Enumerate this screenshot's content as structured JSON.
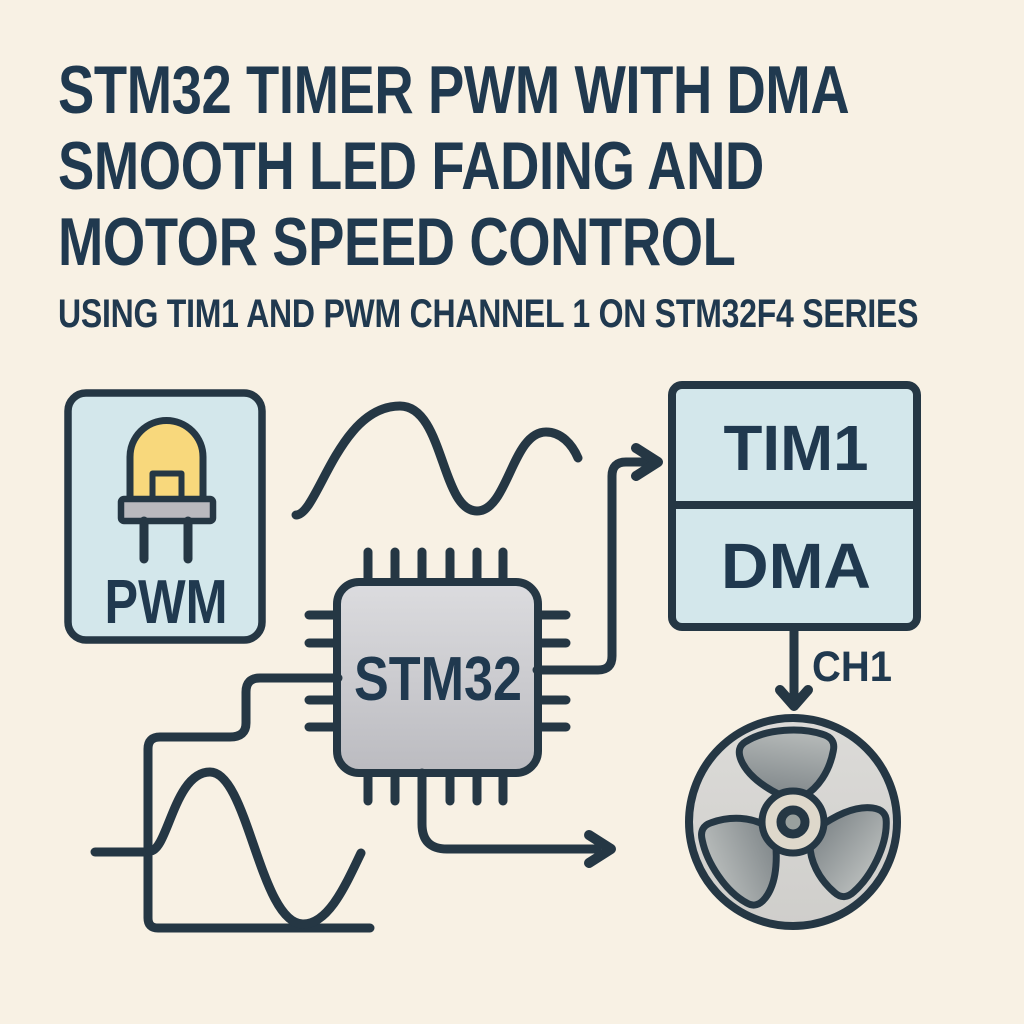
{
  "colors": {
    "bg": "#f8f1e4",
    "ink": "#253744",
    "title": "#20394f",
    "panel": "#d3e7eb",
    "chip_light": "#dcdcdf",
    "chip_dark": "#bbbbc0",
    "led": "#f8d87c",
    "led_base": "#b9b9be",
    "fan_light": "#dcdbd8",
    "fan_dark": "#cfcecb",
    "blade_light": "#b7bbba",
    "blade_dark": "#7f8689",
    "hub": "#ded8cb",
    "hub_center": "#99a09e"
  },
  "title": {
    "line1": "STM32 TIMER PWM WITH DMA",
    "line2": "SMOOTH LED FADING AND",
    "line3": "MOTOR SPEED CONTROL",
    "subtitle": "USING TIM1 AND PWM CHANNEL 1 ON STM32F4 SERIES"
  },
  "diagram": {
    "pwm_box_label": "PWM",
    "chip_label": "STM32",
    "tim1_label": "TIM1",
    "dma_label": "DMA",
    "ch1_label": "CH1"
  }
}
